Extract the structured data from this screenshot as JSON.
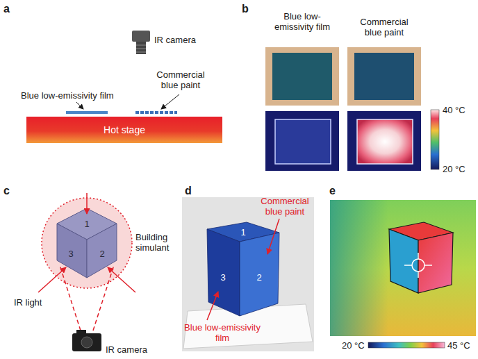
{
  "diagram": {
    "nodes": [
      {
        "text": [
          "Hot stage"
        ]
      }
    ],
    "labels": [
      "a",
      "IR camera",
      "Blue low-emissivity film",
      "Commercial blue paint",
      "b",
      "Blue low-emissivity film",
      "Commercial blue paint",
      "40 °C",
      "20 °C",
      "c",
      "1",
      "2",
      "3",
      "Building simulant",
      "IR light",
      "IR camera",
      "d",
      "Commercial blue paint",
      "1",
      "2",
      "3",
      "Blue low-emissivity film",
      "e",
      "20 °C",
      "45 °C"
    ]
  }
}
